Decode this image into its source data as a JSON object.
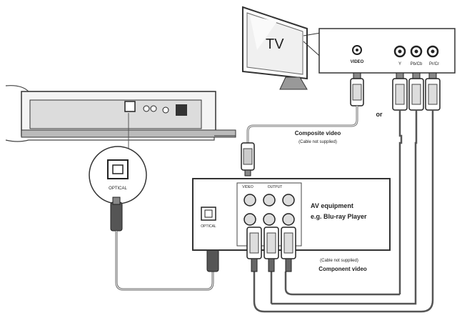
{
  "tv": {
    "screen_label": "TV"
  },
  "tv_panel": {
    "video_label": "VIDEO",
    "y_label": "Y",
    "pb_label": "Pb/Cb",
    "pr_label": "Pr/Cr"
  },
  "or_label": "or",
  "composite": {
    "title": "Composite video",
    "note": "(Cable not supplied)"
  },
  "optical_label": "OPTICAL",
  "av_box": {
    "title_line1": "AV equipment",
    "title_line2": "e.g. Blu-ray Player",
    "optical_label": "OPTICAL",
    "video_label": "VIDEO",
    "output_label": "OUTPUT"
  },
  "component": {
    "note": "(Cable not supplied)",
    "title": "Component video"
  }
}
